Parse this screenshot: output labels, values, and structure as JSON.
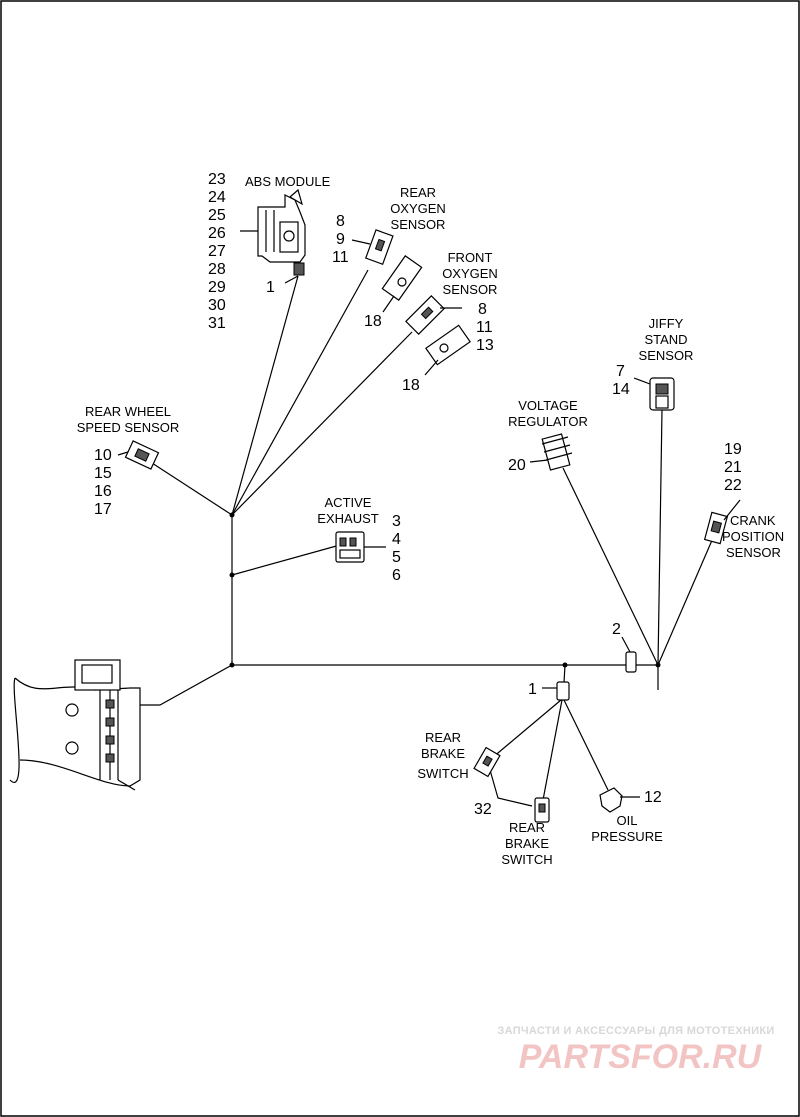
{
  "labels": {
    "abs_module": [
      "ABS MODULE"
    ],
    "rear_oxygen": [
      "REAR",
      "OXYGEN",
      "SENSOR"
    ],
    "front_oxygen": [
      "FRONT",
      "OXYGEN",
      "SENSOR"
    ],
    "jiffy_stand": [
      "JIFFY",
      "STAND",
      "SENSOR"
    ],
    "voltage_regulator": [
      "VOLTAGE",
      "REGULATOR"
    ],
    "rear_wheel_speed": [
      "REAR WHEEL",
      "SPEED SENSOR"
    ],
    "active_exhaust": [
      "ACTIVE",
      "EXHAUST"
    ],
    "crank_position": [
      "CRANK",
      "POSITION",
      "SENSOR"
    ],
    "rear_brake_switch_1": [
      "REAR",
      "BRAKE",
      "SWITCH"
    ],
    "rear_brake_switch_2": [
      "REAR",
      "BRAKE",
      "SWITCH"
    ],
    "oil_pressure": [
      "OIL",
      "PRESSURE"
    ]
  },
  "callouts": {
    "abs_module": [
      "23",
      "24",
      "25",
      "26",
      "27",
      "28",
      "29",
      "30",
      "31"
    ],
    "abs_connector": "1",
    "rear_oxygen": [
      "8",
      "9",
      "11"
    ],
    "rear_oxygen_plug": "18",
    "front_oxygen": [
      "8",
      "11",
      "13"
    ],
    "front_oxygen_plug": "18",
    "jiffy_stand": [
      "7",
      "14"
    ],
    "voltage_regulator": "20",
    "rear_wheel_speed": [
      "10",
      "15",
      "16",
      "17"
    ],
    "active_exhaust": [
      "3",
      "4",
      "5",
      "6"
    ],
    "crank_position": [
      "19",
      "21",
      "22"
    ],
    "clip": "2",
    "junction": "1",
    "oil_pressure": "12",
    "rear_brake_jumper": "32"
  },
  "watermark": {
    "tagline": "ЗАПЧАСТИ И АКСЕССУАРЫ ДЛЯ МОТОТЕХНИКИ",
    "brand": "PARTSFOR.RU"
  }
}
